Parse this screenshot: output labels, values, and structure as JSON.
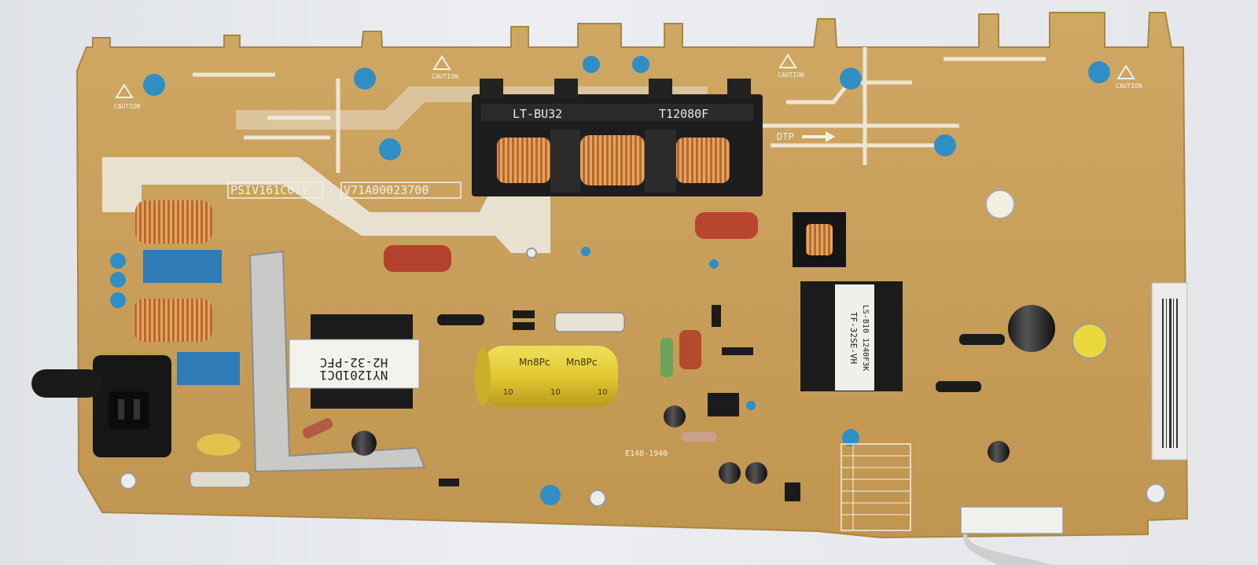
{
  "photo": {
    "subject": "tv-power-supply-board",
    "colors": {
      "pcb": "#c9a15a",
      "pcb_dark": "#b58a42",
      "trace": "#f1ede2",
      "capacitor_yellow": "#e6cf3a",
      "cap_blue": "#2f8fc4",
      "film_red": "#b4402e",
      "copper": "#c57b3a"
    }
  },
  "board": {
    "part_number": "PSIV161C01V",
    "serial": "V71A00023700",
    "transformer_left_label": "LT-BU32",
    "transformer_right_label": "T12080F",
    "pfc_coil_line1": "H2-32-PFC",
    "pfc_coil_line2": "NY1201DC1",
    "standby_transformer_line1": "TF-32SE-VH",
    "standby_transformer_line2": "LS-B10 1240F3K",
    "bulk_capacitor_brand": "Mn8Pc",
    "cap_marking": "10",
    "warning_label": "CAUTION",
    "ul_marking": "E148-1940",
    "arrow_label": "DTP"
  }
}
